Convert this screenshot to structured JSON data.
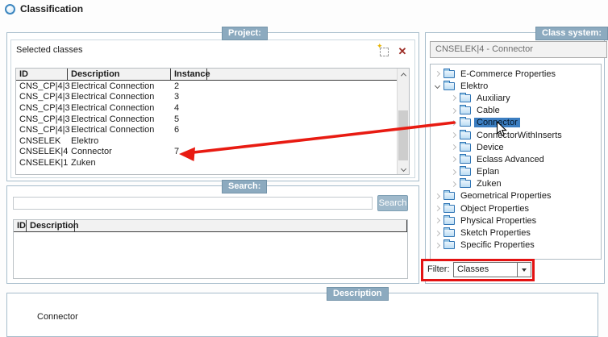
{
  "window": {
    "title": "Classification",
    "app_icon": "classification-icon"
  },
  "project_panel": {
    "badge": "Project:",
    "group_title": "Selected classes",
    "icons": {
      "new": "new-item-icon",
      "delete": "delete-x-icon"
    },
    "table": {
      "columns": [
        "ID",
        "Description",
        "Instance"
      ],
      "rows": [
        {
          "id": "CNS_CP|4|3",
          "description": "Electrical Connection",
          "instance": "2"
        },
        {
          "id": "CNS_CP|4|3",
          "description": "Electrical Connection",
          "instance": "3"
        },
        {
          "id": "CNS_CP|4|3",
          "description": "Electrical Connection",
          "instance": "4"
        },
        {
          "id": "CNS_CP|4|3",
          "description": "Electrical Connection",
          "instance": "5"
        },
        {
          "id": "CNS_CP|4|3",
          "description": "Electrical Connection",
          "instance": "6"
        },
        {
          "id": "CNSELEK",
          "description": "Elektro",
          "instance": ""
        },
        {
          "id": "CNSELEK|4",
          "description": "Connector",
          "instance": "7"
        },
        {
          "id": "CNSELEK|1",
          "description": "Zuken",
          "instance": ""
        }
      ]
    }
  },
  "search_panel": {
    "badge": "Search:",
    "input_value": "",
    "button_label": "Search",
    "table": {
      "columns": [
        "ID",
        "Description"
      ],
      "rows": []
    }
  },
  "class_system_panel": {
    "badge": "Class system:",
    "combo_value": "CNSELEK|4 - Connector",
    "tree": [
      {
        "label": "E-Commerce Properties",
        "level": 1,
        "state": "collapsed"
      },
      {
        "label": "Elektro",
        "level": 1,
        "state": "expanded"
      },
      {
        "label": "Auxiliary",
        "level": 2,
        "state": "collapsed"
      },
      {
        "label": "Cable",
        "level": 2,
        "state": "collapsed"
      },
      {
        "label": "Connector",
        "level": 2,
        "state": "collapsed",
        "selected": true
      },
      {
        "label": "ConnectorWithInserts",
        "level": 2,
        "state": "collapsed"
      },
      {
        "label": "Device",
        "level": 2,
        "state": "collapsed"
      },
      {
        "label": "Eclass Advanced",
        "level": 2,
        "state": "collapsed"
      },
      {
        "label": "Eplan",
        "level": 2,
        "state": "collapsed"
      },
      {
        "label": "Zuken",
        "level": 2,
        "state": "collapsed"
      },
      {
        "label": "Geometrical Properties",
        "level": 1,
        "state": "collapsed"
      },
      {
        "label": "Object Properties",
        "level": 1,
        "state": "collapsed"
      },
      {
        "label": "Physical Properties",
        "level": 1,
        "state": "collapsed"
      },
      {
        "label": "Sketch Properties",
        "level": 1,
        "state": "collapsed"
      },
      {
        "label": "Specific Properties",
        "level": 1,
        "state": "collapsed"
      }
    ],
    "filter": {
      "label": "Filter:",
      "value": "Classes"
    }
  },
  "description_panel": {
    "badge": "Description",
    "text": "Connector"
  },
  "annotations": {
    "arrow_icon": "red-arrow-annotation",
    "highlight_icon": "red-box-annotation",
    "cursor_icon": "mouse-pointer-icon"
  },
  "colors": {
    "badge_bg": "#8CAABF",
    "selection_blue": "#3C7EC1",
    "annotation_red": "#E31212",
    "button_bg": "#9FB9CB",
    "folder_outline": "#2E74B5"
  }
}
